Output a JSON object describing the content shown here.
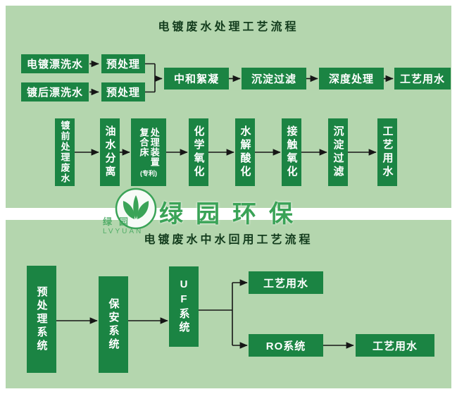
{
  "colors": {
    "box_green": "#1b8443",
    "panel_green": "#b4d6ae",
    "watermark_green": "#3aa357",
    "arrow_black": "#161616",
    "title_dark": "#123b1c"
  },
  "top_panel": {
    "title": "电镀废水处理工艺流程",
    "flow1": {
      "in1": "电镀漂洗水",
      "pre1": "预处理",
      "in2": "镀后漂洗水",
      "pre2": "预处理",
      "s1": "中和絮凝",
      "s2": "沉淀过滤",
      "s3": "深度处理",
      "out": "工艺用水"
    },
    "flow2": {
      "b1": "镀前处理废水",
      "b2": "油水分离",
      "b3_col1": "复合床",
      "b3_col2": "处理装置",
      "b3_note": "(专利)",
      "b4": "化学氧化",
      "b5": "水解酸化",
      "b6": "接触氧化",
      "b7": "沉淀过滤",
      "b8": "工艺用水"
    }
  },
  "bottom_panel": {
    "title": "电镀废水中水回用工艺流程",
    "b1": "预处理系统",
    "b2": "保安系统",
    "b3": "UF系统",
    "b4": "工艺用水",
    "b5": "RO系统",
    "b6": "工艺用水"
  },
  "watermark": {
    "brand": "绿园环保",
    "small_cn": "绿园",
    "small_en": "LVYUAN"
  }
}
